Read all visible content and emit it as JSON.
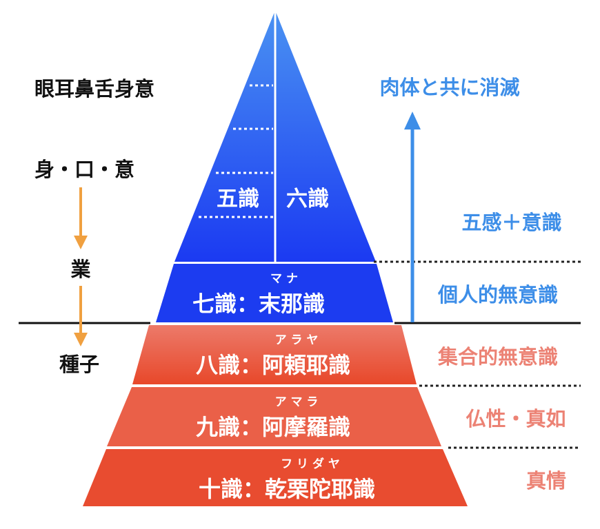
{
  "left": {
    "senses": "眼耳鼻舌身意",
    "actions": "身・口・意",
    "karma": "業",
    "seed": "種子"
  },
  "pyramid": {
    "five": "五識",
    "six": "六識",
    "seventh": {
      "ruby": "マ ナ",
      "label": "七識：末那識"
    },
    "eighth": {
      "ruby": "ア ラ ヤ",
      "label": "八識：阿頼耶識"
    },
    "ninth": {
      "ruby": "ア マ ラ",
      "label": "九識：阿摩羅識"
    },
    "tenth": {
      "ruby": "フ リ ダ ヤ",
      "label": "十識：乾栗陀耶識"
    }
  },
  "right": {
    "perish": "肉体と共に消滅",
    "senses_plus": "五感＋意識",
    "personal": "個人的無意識",
    "collective": "集合的無意識",
    "buddha": "仏性・真如",
    "true": "真情"
  },
  "colors": {
    "blue_label": "#3d8ee8",
    "red_label": "#ec8274",
    "orange_arrow": "#f0a040",
    "blue_top": "#4a90f0",
    "blue_bottom": "#1a3af0",
    "red_top": "#ec7868",
    "red_bottom": "#e84a2c"
  }
}
